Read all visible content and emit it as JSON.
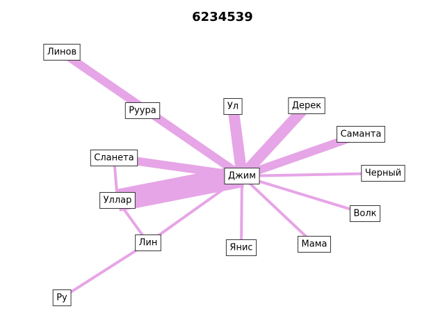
{
  "title": "6234539",
  "edge_color": "#e6a5e6",
  "nodes": [
    {
      "id": "linov",
      "label": "Линов"
    },
    {
      "id": "ruura",
      "label": "Руура"
    },
    {
      "id": "ul",
      "label": "Ул"
    },
    {
      "id": "derek",
      "label": "Дерек"
    },
    {
      "id": "samanta",
      "label": "Саманта"
    },
    {
      "id": "slaneta",
      "label": "Сланета"
    },
    {
      "id": "dzhim",
      "label": "Джим"
    },
    {
      "id": "cherny",
      "label": "Черный"
    },
    {
      "id": "ullar",
      "label": "Уллар"
    },
    {
      "id": "volk",
      "label": "Волк"
    },
    {
      "id": "lin",
      "label": "Лин"
    },
    {
      "id": "mama",
      "label": "Мама"
    },
    {
      "id": "yanis",
      "label": "Янис"
    },
    {
      "id": "ru",
      "label": "Ру"
    }
  ],
  "edges": [
    {
      "source": "linov",
      "target": "dzhim",
      "weight": 3
    },
    {
      "source": "ul",
      "target": "dzhim",
      "weight": 4
    },
    {
      "source": "derek",
      "target": "dzhim",
      "weight": 4
    },
    {
      "source": "samanta",
      "target": "dzhim",
      "weight": 3
    },
    {
      "source": "slaneta",
      "target": "dzhim",
      "weight": 3
    },
    {
      "source": "cherny",
      "target": "dzhim",
      "weight": 1
    },
    {
      "source": "ullar",
      "target": "dzhim",
      "weight": 8
    },
    {
      "source": "volk",
      "target": "dzhim",
      "weight": 1
    },
    {
      "source": "lin",
      "target": "dzhim",
      "weight": 1
    },
    {
      "source": "mama",
      "target": "dzhim",
      "weight": 1
    },
    {
      "source": "yanis",
      "target": "dzhim",
      "weight": 1
    },
    {
      "source": "slaneta",
      "target": "ullar",
      "weight": 1
    },
    {
      "source": "ullar",
      "target": "lin",
      "weight": 1
    },
    {
      "source": "lin",
      "target": "ru",
      "weight": 1
    }
  ]
}
